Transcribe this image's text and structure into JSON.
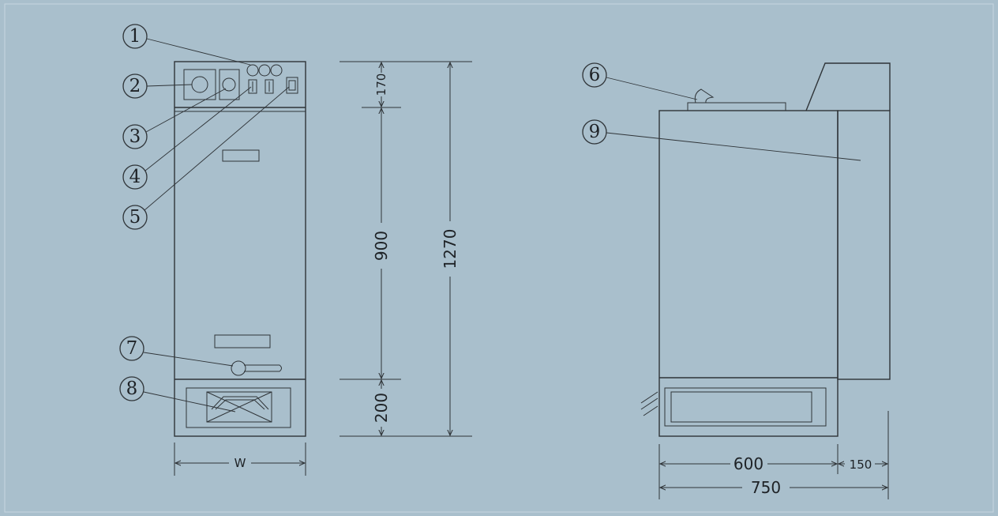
{
  "colors": {
    "background": "#a9bfcc",
    "line": "#2f3438"
  },
  "callouts": {
    "c1": "1",
    "c2": "2",
    "c3": "3",
    "c4": "4",
    "c5": "5",
    "c6": "6",
    "c7": "7",
    "c8": "8",
    "c9": "9"
  },
  "dimensions": {
    "top_section": "170",
    "middle_section": "900",
    "bottom_section": "200",
    "total_height": "1270",
    "width": "W",
    "depth_main": "600",
    "depth_extra": "150",
    "depth_total": "750"
  }
}
